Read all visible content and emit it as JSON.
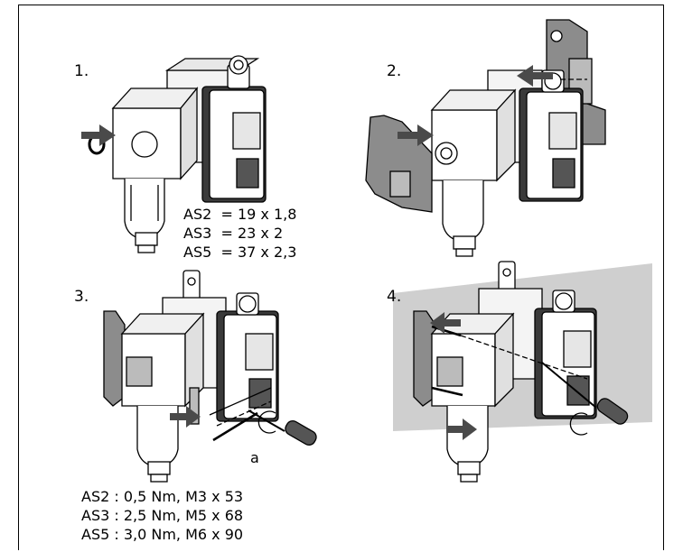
{
  "steps": {
    "s1": "1.",
    "s2": "2.",
    "s3": "3.",
    "s4": "4."
  },
  "oring_sizes": [
    "AS2  = 19 x 1,8",
    "AS3  = 23 x 2",
    "AS5  = 37 x 2,3"
  ],
  "callout_a": "a",
  "torque_specs": [
    "AS2 : 0,5 Nm, M3 x 53",
    "AS3 : 2,5 Nm, M5 x 68",
    "AS5 : 3,0 Nm, M6 x 90"
  ],
  "colors": {
    "outline": "#000000",
    "body_fill": "#ffffff",
    "gauge_fill": "#3a3a3a",
    "wall_fill": "#cfcfcf",
    "bracket_fill": "#8c8c8c",
    "arrow_fill": "#4a4a4a"
  }
}
